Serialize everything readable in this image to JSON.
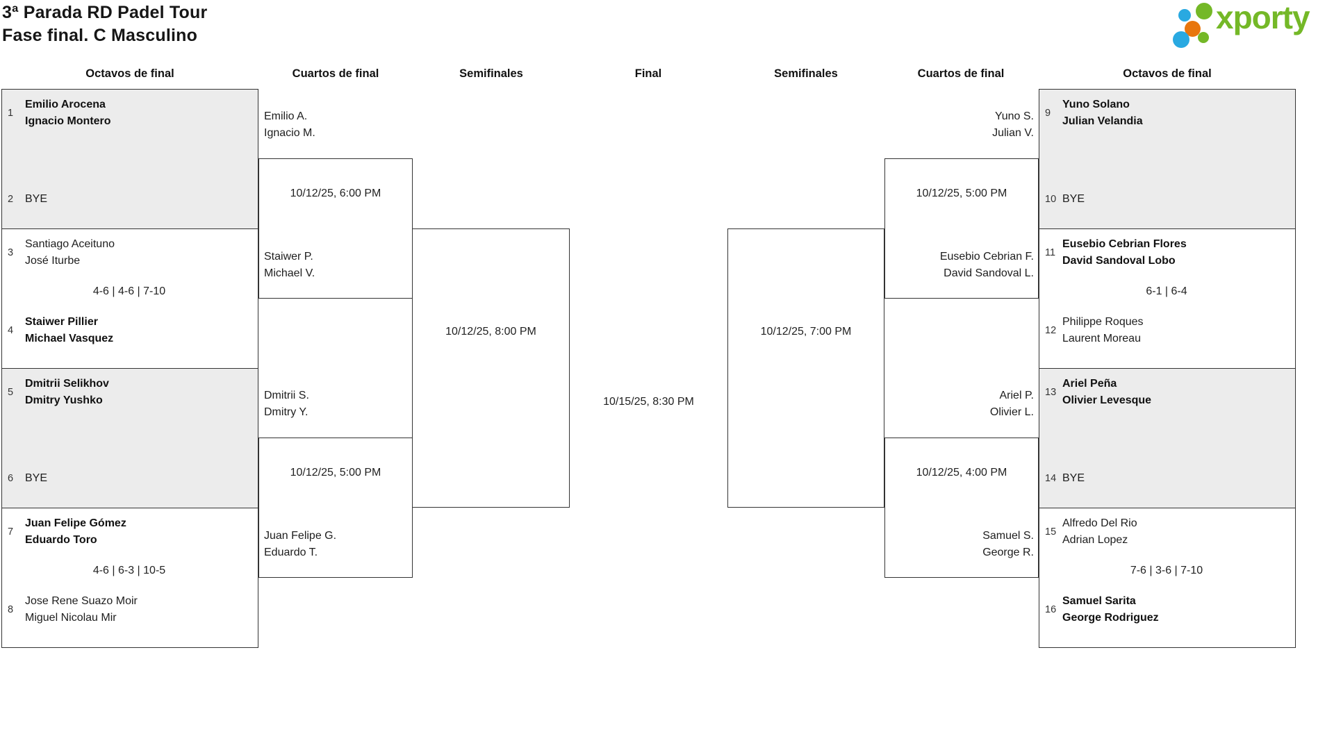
{
  "header": {
    "title_line1": "3ª Parada RD Padel Tour",
    "title_line2": "Fase final. C Masculino",
    "logo_text": "xporty"
  },
  "columns": [
    "Octavos de final",
    "Cuartos de final",
    "Semifinales",
    "Final",
    "Semifinales",
    "Cuartos de final",
    "Octavos de final"
  ],
  "r16": [
    {
      "seed_top": "1",
      "top1": "Emilio Arocena",
      "top2": "Ignacio Montero",
      "top_bold": true,
      "score": "",
      "seed_bot": "2",
      "bot1": "BYE",
      "bot2": "",
      "bot_bold": false
    },
    {
      "seed_top": "3",
      "top1": "Santiago Aceituno",
      "top2": "José Iturbe",
      "top_bold": false,
      "score": "4-6 | 4-6 | 7-10",
      "seed_bot": "4",
      "bot1": "Staiwer Pillier",
      "bot2": "Michael Vasquez",
      "bot_bold": true
    },
    {
      "seed_top": "5",
      "top1": "Dmitrii Selikhov",
      "top2": "Dmitry Yushko",
      "top_bold": true,
      "score": "",
      "seed_bot": "6",
      "bot1": "BYE",
      "bot2": "",
      "bot_bold": false
    },
    {
      "seed_top": "7",
      "top1": "Juan Felipe Gómez",
      "top2": "Eduardo Toro",
      "top_bold": true,
      "score": "4-6 | 6-3 | 10-5",
      "seed_bot": "8",
      "bot1": "Jose Rene Suazo Moir",
      "bot2": "Miguel Nicolau Mir",
      "bot_bold": false
    },
    {
      "seed_top": "9",
      "top1": "Yuno Solano",
      "top2": "Julian Velandia",
      "top_bold": true,
      "score": "",
      "seed_bot": "10",
      "bot1": "BYE",
      "bot2": "",
      "bot_bold": false
    },
    {
      "seed_top": "11",
      "top1": "Eusebio Cebrian Flores",
      "top2": "David Sandoval Lobo",
      "top_bold": true,
      "score": "6-1 | 6-4",
      "seed_bot": "12",
      "bot1": "Philippe Roques",
      "bot2": "Laurent Moreau",
      "bot_bold": false
    },
    {
      "seed_top": "13",
      "top1": "Ariel Peña",
      "top2": "Olivier Levesque",
      "top_bold": true,
      "score": "",
      "seed_bot": "14",
      "bot1": "BYE",
      "bot2": "",
      "bot_bold": false
    },
    {
      "seed_top": "15",
      "top1": "Alfredo Del Rio",
      "top2": "Adrian Lopez",
      "top_bold": false,
      "score": "7-6 | 3-6 | 7-10",
      "seed_bot": "16",
      "bot1": "Samuel Sarita",
      "bot2": "George Rodriguez",
      "bot_bold": true
    }
  ],
  "qf": [
    {
      "top1": "Emilio A.",
      "top2": "Ignacio M.",
      "bot1": "Staiwer P.",
      "bot2": "Michael V.",
      "date": "10/12/25, 6:00 PM"
    },
    {
      "top1": "Dmitrii S.",
      "top2": "Dmitry Y.",
      "bot1": "Juan Felipe G.",
      "bot2": "Eduardo T.",
      "date": "10/12/25, 5:00 PM"
    },
    {
      "top1": "Yuno S.",
      "top2": "Julian V.",
      "bot1": "Eusebio Cebrian F.",
      "bot2": "David Sandoval L.",
      "date": "10/12/25, 5:00 PM"
    },
    {
      "top1": "Ariel P.",
      "top2": "Olivier L.",
      "bot1": "Samuel S.",
      "bot2": "George R.",
      "date": "10/12/25, 4:00 PM"
    }
  ],
  "sf": [
    {
      "date": "10/12/25, 8:00 PM"
    },
    {
      "date": "10/12/25, 7:00 PM"
    }
  ],
  "final": {
    "date": "10/15/25, 8:30 PM"
  },
  "colors": {
    "green": "#74b827",
    "blue": "#29a9e1",
    "orange": "#e8760d",
    "grey": "#ececec",
    "line": "#333333"
  }
}
